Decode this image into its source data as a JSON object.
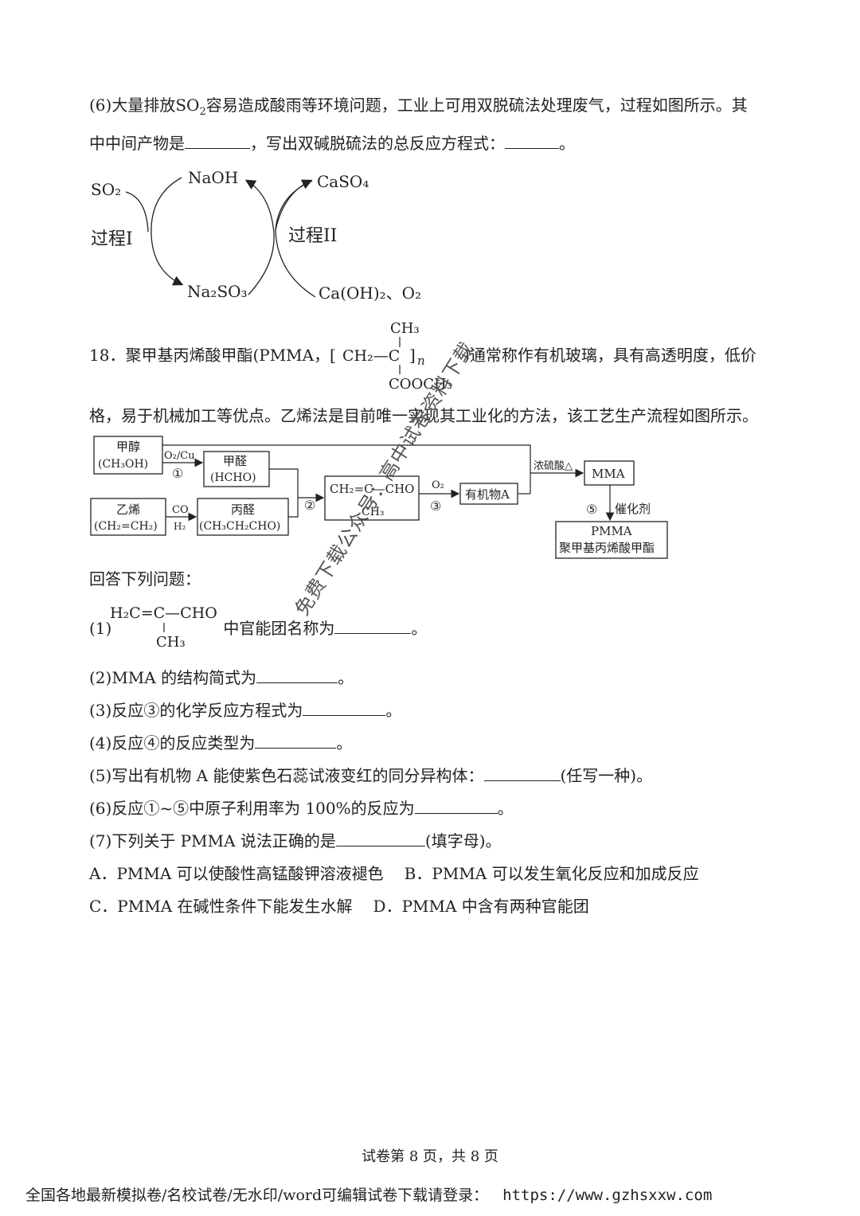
{
  "q6": {
    "line1_pre": "(6)大量排放",
    "so2": "SO",
    "so2_sub": "2",
    "line1_post": "容易造成酸雨等环境问题，工业上可用双脱硫法处理废气，过程如图所示。其",
    "line2_a": "中中间产物是",
    "line2_b": "，写出双碱脱硫法的总反应方程式：",
    "line2_c": "。",
    "diagram": {
      "so2": "SO₂",
      "naoh": "NaOH",
      "na2so3": "Na₂SO₃",
      "caso4": "CaSO₄",
      "caoh2_o2": "Ca(OH)₂、O₂",
      "process1": "过程I",
      "process2": "过程II"
    }
  },
  "q18": {
    "intro_pre": "18．聚甲基丙烯酸甲酯(PMMA，",
    "intro_post": ")通常称作有机玻璃，具有高透明度，低价",
    "polymer": {
      "top": "CH₃",
      "main": "CH₂—C",
      "n": "n",
      "bottom": "COOCH₃"
    },
    "line2": "格，易于机械加工等优点。乙烯法是目前唯一实现其工业化的方法，该工艺生产流程如图所示。",
    "flow": {
      "methanol": "甲醇",
      "methanol_f": "(CH₃OH)",
      "formaldehyde": "甲醛",
      "formaldehyde_f": "(HCHO)",
      "ethylene": "乙烯",
      "ethylene_f": "(CH₂=CH₂)",
      "propanal": "丙醛",
      "propanal_f": "(CH₃CH₂CHO)",
      "methacrolein": "CH₂=C—CHO",
      "methacrolein_me": "CH₃",
      "organic_a": "有机物A",
      "mma": "MMA",
      "pmma": "PMMA",
      "pmma_cn": "聚甲基丙烯酸甲酯",
      "o2cu": "O₂/Cu",
      "co": "CO",
      "h2": "H₂",
      "o2": "O₂",
      "h2so4": "浓硫酸△",
      "catalyst": "催化剂",
      "s1": "①",
      "s2": "②",
      "s3": "③",
      "s5": "⑤"
    },
    "answer_prompt": "回答下列问题：",
    "p1_num": "(1)",
    "p1_struct_top": "H₂C=C—CHO",
    "p1_struct_me": "CH₃",
    "p1_text": "中官能团名称为",
    "p1_end": "。",
    "p2": "(2)MMA 的结构简式为",
    "p2_end": "。",
    "p3": "(3)反应③的化学反应方程式为",
    "p3_end": "。",
    "p4": "(4)反应④的反应类型为",
    "p4_end": "。",
    "p5": "(5)写出有机物 A 能使紫色石蕊试液变红的同分异构体：",
    "p5_end": "(任写一种)。",
    "p6": "(6)反应①~⑤中原子利用率为 100%的反应为",
    "p6_end": "。",
    "p7": "(7)下列关于 PMMA 说法正确的是",
    "p7_end": "(填字母)。",
    "optA": "A．PMMA 可以使酸性高锰酸钾溶液褪色",
    "optB": "B．PMMA 可以发生氧化反应和加成反应",
    "optC": "C．PMMA 在碱性条件下能发生水解",
    "optD": "D．PMMA 中含有两种官能团"
  },
  "watermark": "免费下载公众号：高中试卷资料下载",
  "footer": "试卷第 8 页，共 8 页",
  "bottom_text": "全国各地最新模拟卷/名校试卷/无水印/word可编辑试卷下载请登录：",
  "bottom_url": "https://www.gzhsxxw.com"
}
